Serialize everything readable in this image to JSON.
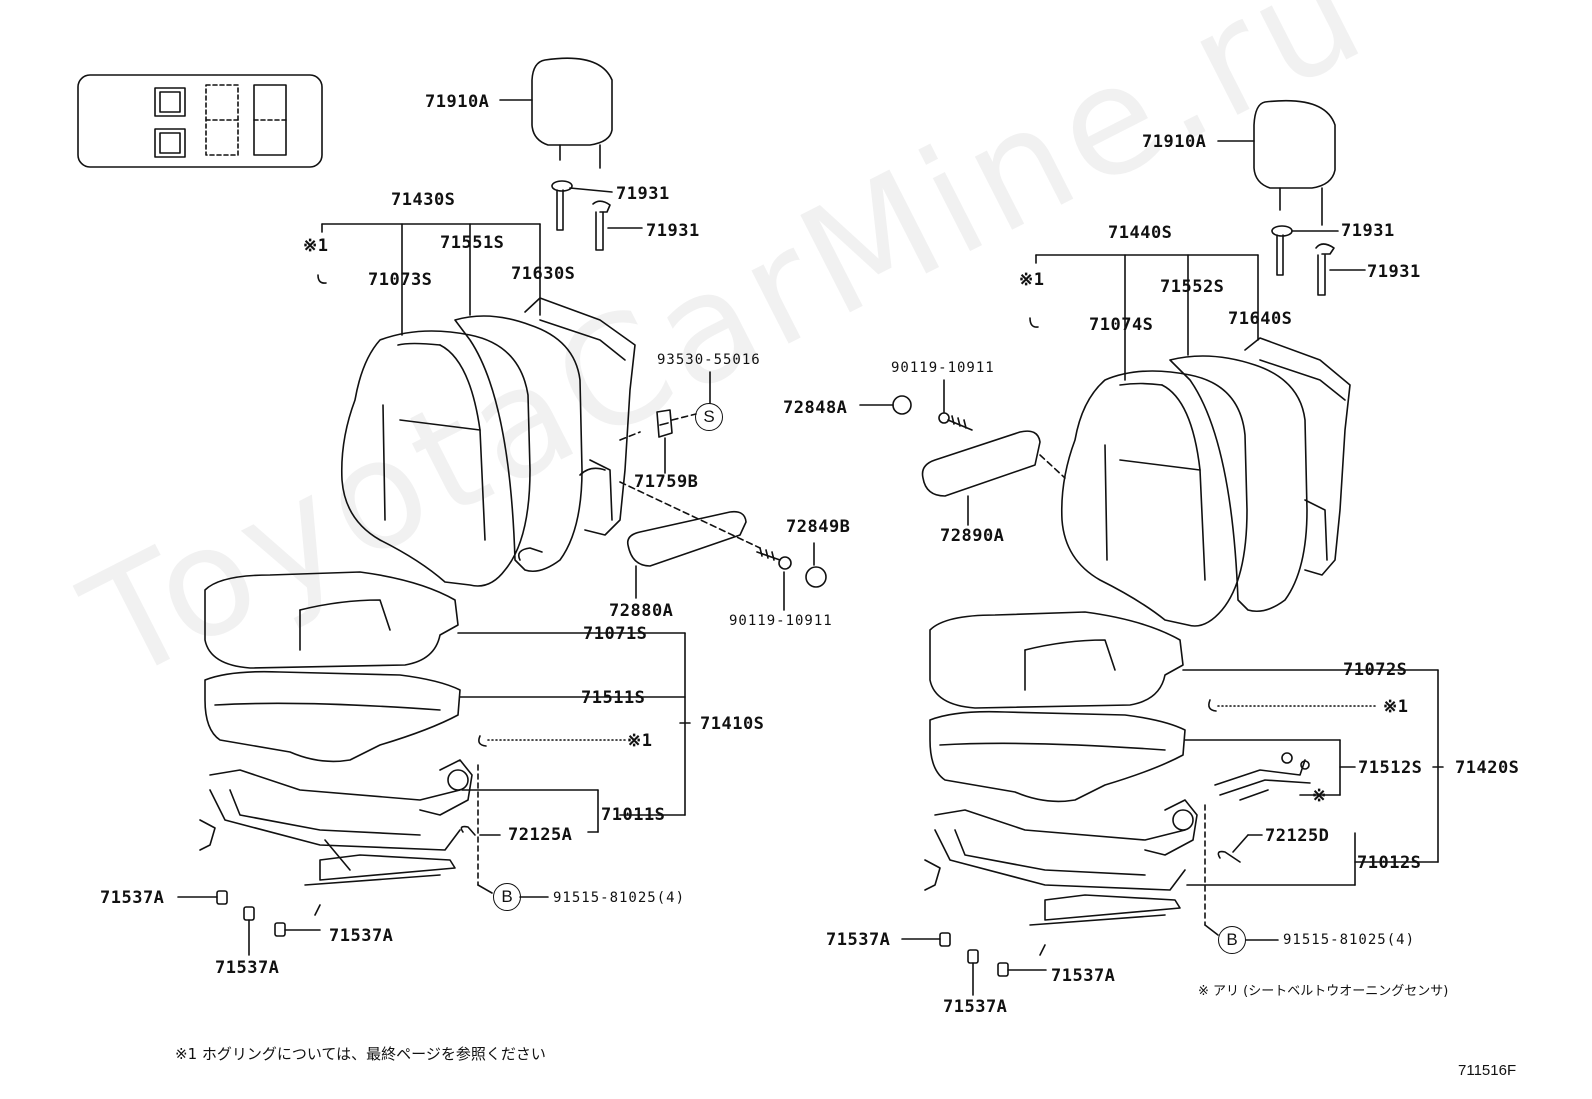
{
  "watermark": "ToyotaCarMine.ru",
  "diagram_code": "711516F",
  "footnote_1": "※1  ホグリングについては、最終ページを参照ください",
  "legend_note": "※  アリ (シートベルトウオーニングセンサ)",
  "left_seat": {
    "headrest": "71910A",
    "headrest_support_1": "71931",
    "headrest_support_2": "71931",
    "back_assy": "71430S",
    "hog_ring_mark": "※1",
    "back_cover": "71073S",
    "back_pad": "71551S",
    "back_frame": "71630S",
    "screw_part": "93530-55016",
    "screw_symbol": "S",
    "bracket": "71759B",
    "armrest": "72880A",
    "cap": "72849B",
    "bolt": "90119-10911",
    "cushion_cover": "71071S",
    "cushion_pad": "71511S",
    "cushion_assy": "71410S",
    "hog_ring_mark_2": "※1",
    "adjuster": "71011S",
    "adjuster_part": "72125A",
    "bolt_b_symbol": "B",
    "bolt_b": "91515-81025(4)",
    "cover_1": "71537A",
    "cover_2": "71537A",
    "cover_3": "71537A"
  },
  "right_seat": {
    "headrest": "71910A",
    "headrest_support_1": "71931",
    "headrest_support_2": "71931",
    "back_assy": "71440S",
    "hog_ring_mark": "※1",
    "back_cover": "71074S",
    "back_pad": "71552S",
    "back_frame": "71640S",
    "bolt": "90119-10911",
    "cap": "72848A",
    "armrest": "72890A",
    "cushion_cover": "71072S",
    "hog_ring_mark_2": "※1",
    "cushion_pad": "71512S",
    "sensor_mark": "※",
    "cushion_assy": "71420S",
    "adjuster_part": "72125D",
    "adjuster": "71012S",
    "bolt_b_symbol": "B",
    "bolt_b": "91515-81025(4)",
    "cover_1": "71537A",
    "cover_2": "71537A",
    "cover_3": "71537A"
  }
}
